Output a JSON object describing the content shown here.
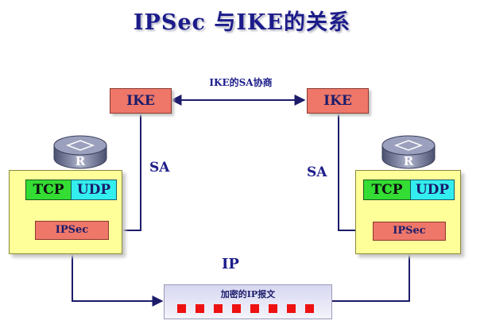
{
  "title": "IPSec 与IKE的关系",
  "ike_negotiation_label": "IKE的SA协商",
  "ike_label": "IKE",
  "sa_label": "SA",
  "ip_label": "IP",
  "router_icon": "router-icon",
  "router_letter": "R",
  "tcp_label": "TCP",
  "udp_label": "UDP",
  "ipsec_label": "IPSec",
  "packet_label": "加密的IP报文",
  "encrypted_blocks": 8,
  "colors": {
    "title": "#1c1c8a",
    "ike": "#ee7769",
    "panel": "#ffff99",
    "tcp": "#33dd33",
    "udp": "#33eeee",
    "arrow": "#1c1c6a",
    "block": "#ee1111"
  }
}
